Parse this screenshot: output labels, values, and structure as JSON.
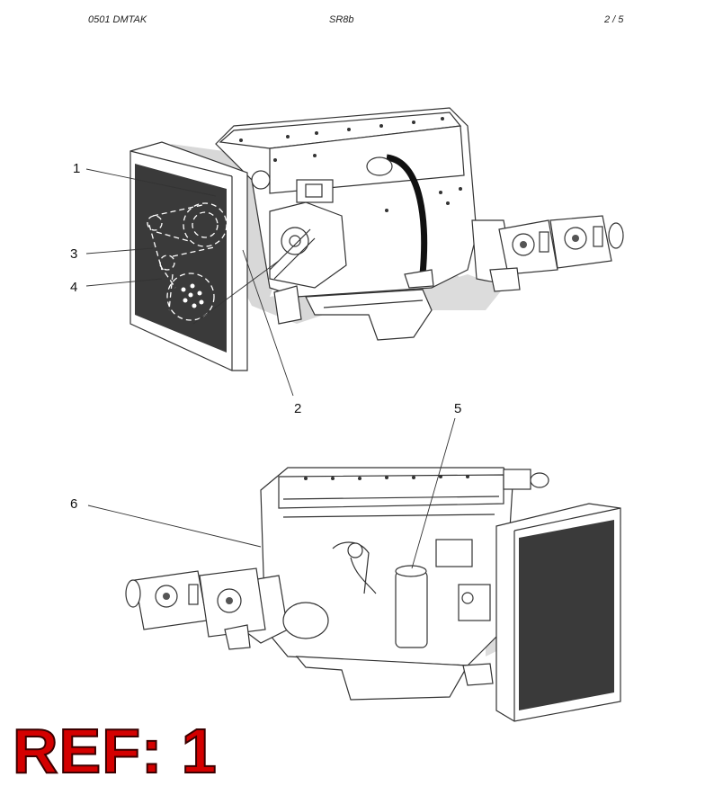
{
  "header": {
    "left": "0501   DMTAK",
    "center": "SR8b",
    "right": "2 / 5"
  },
  "callouts": {
    "c1": "1",
    "c2": "2",
    "c3": "3",
    "c4": "4",
    "c5": "5",
    "c6": "6"
  },
  "reference": "REF: 1",
  "colors": {
    "radiator_core": "#3a3a3a",
    "shadow": "#d4d4d4",
    "stamp": "#d40000"
  }
}
